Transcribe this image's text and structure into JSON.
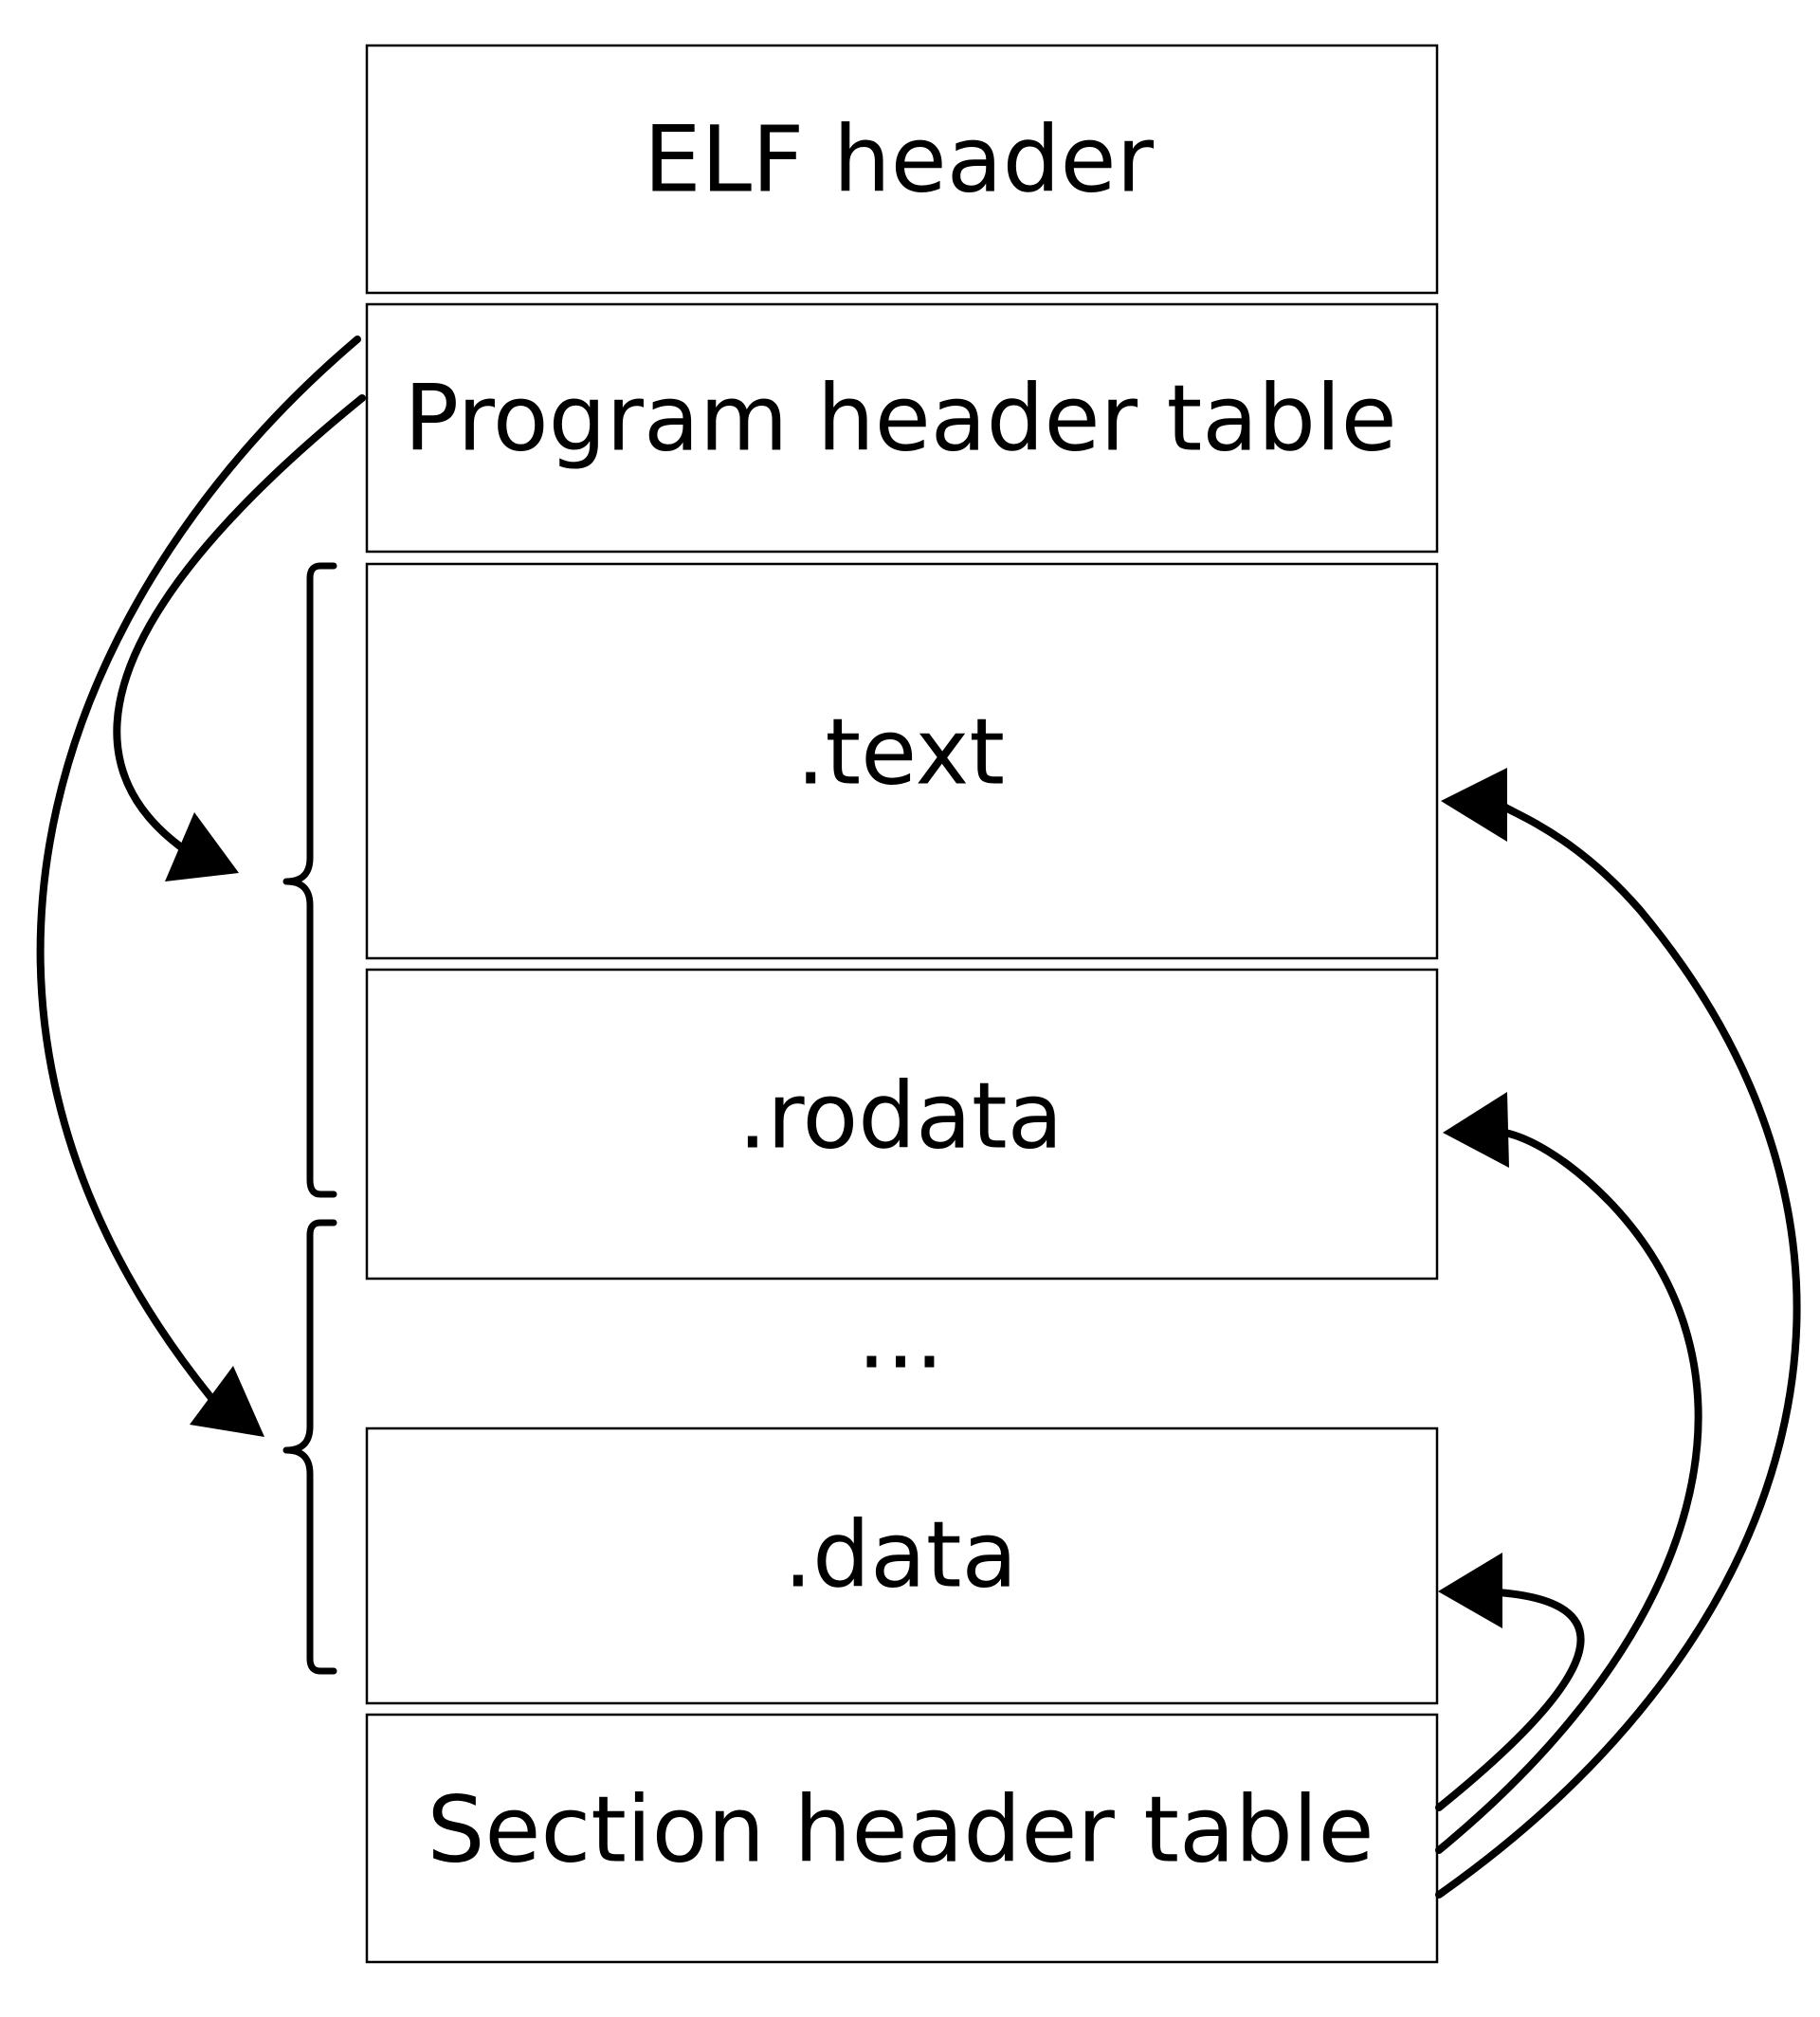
{
  "diagram": {
    "sections": {
      "elf_header": "ELF header",
      "program_header_table": "Program header table",
      "text": ".text",
      "rodata": ".rodata",
      "ellipsis": "...",
      "data": ".data",
      "section_header_table": "Section header table"
    },
    "colors": {
      "stroke": "#000000",
      "background": "#ffffff"
    }
  }
}
